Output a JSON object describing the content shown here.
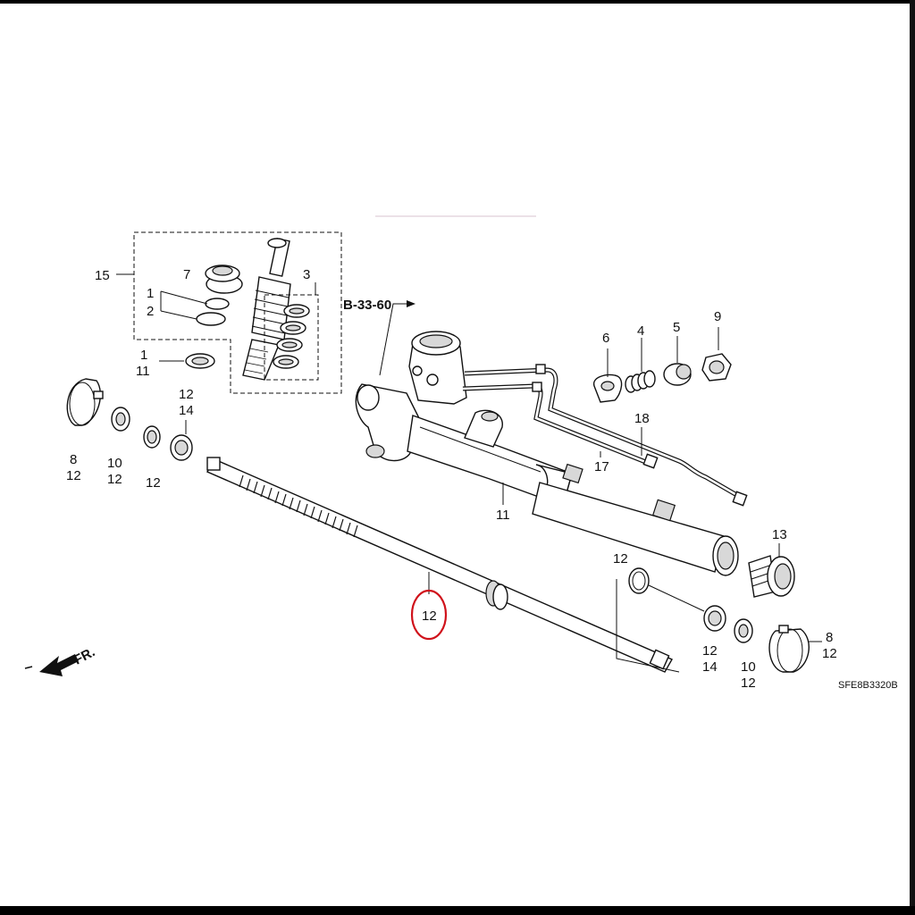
{
  "diagram": {
    "reference_code": "B-33-60",
    "figure_code": "SFE8B3320B",
    "direction_label": "FR.",
    "highlight_color": "#d0121b",
    "callouts": {
      "c15": "15",
      "c7": "7",
      "c1a": "1",
      "c2": "2",
      "c3": "3",
      "c1b": "1",
      "c11a": "11",
      "c12a": "12",
      "c14a": "14",
      "c8a": "8",
      "c12b": "12",
      "c10a": "10",
      "c12c": "12",
      "c12d": "12",
      "c6": "6",
      "c4": "4",
      "c5": "5",
      "c9": "9",
      "c18": "18",
      "c17": "17",
      "c11b": "11",
      "c13": "13",
      "c12e": "12",
      "c12-highlight": "12",
      "c12f": "12",
      "c14b": "14",
      "c10b": "10",
      "c12g": "12",
      "c8b": "8",
      "c12h": "12"
    }
  }
}
